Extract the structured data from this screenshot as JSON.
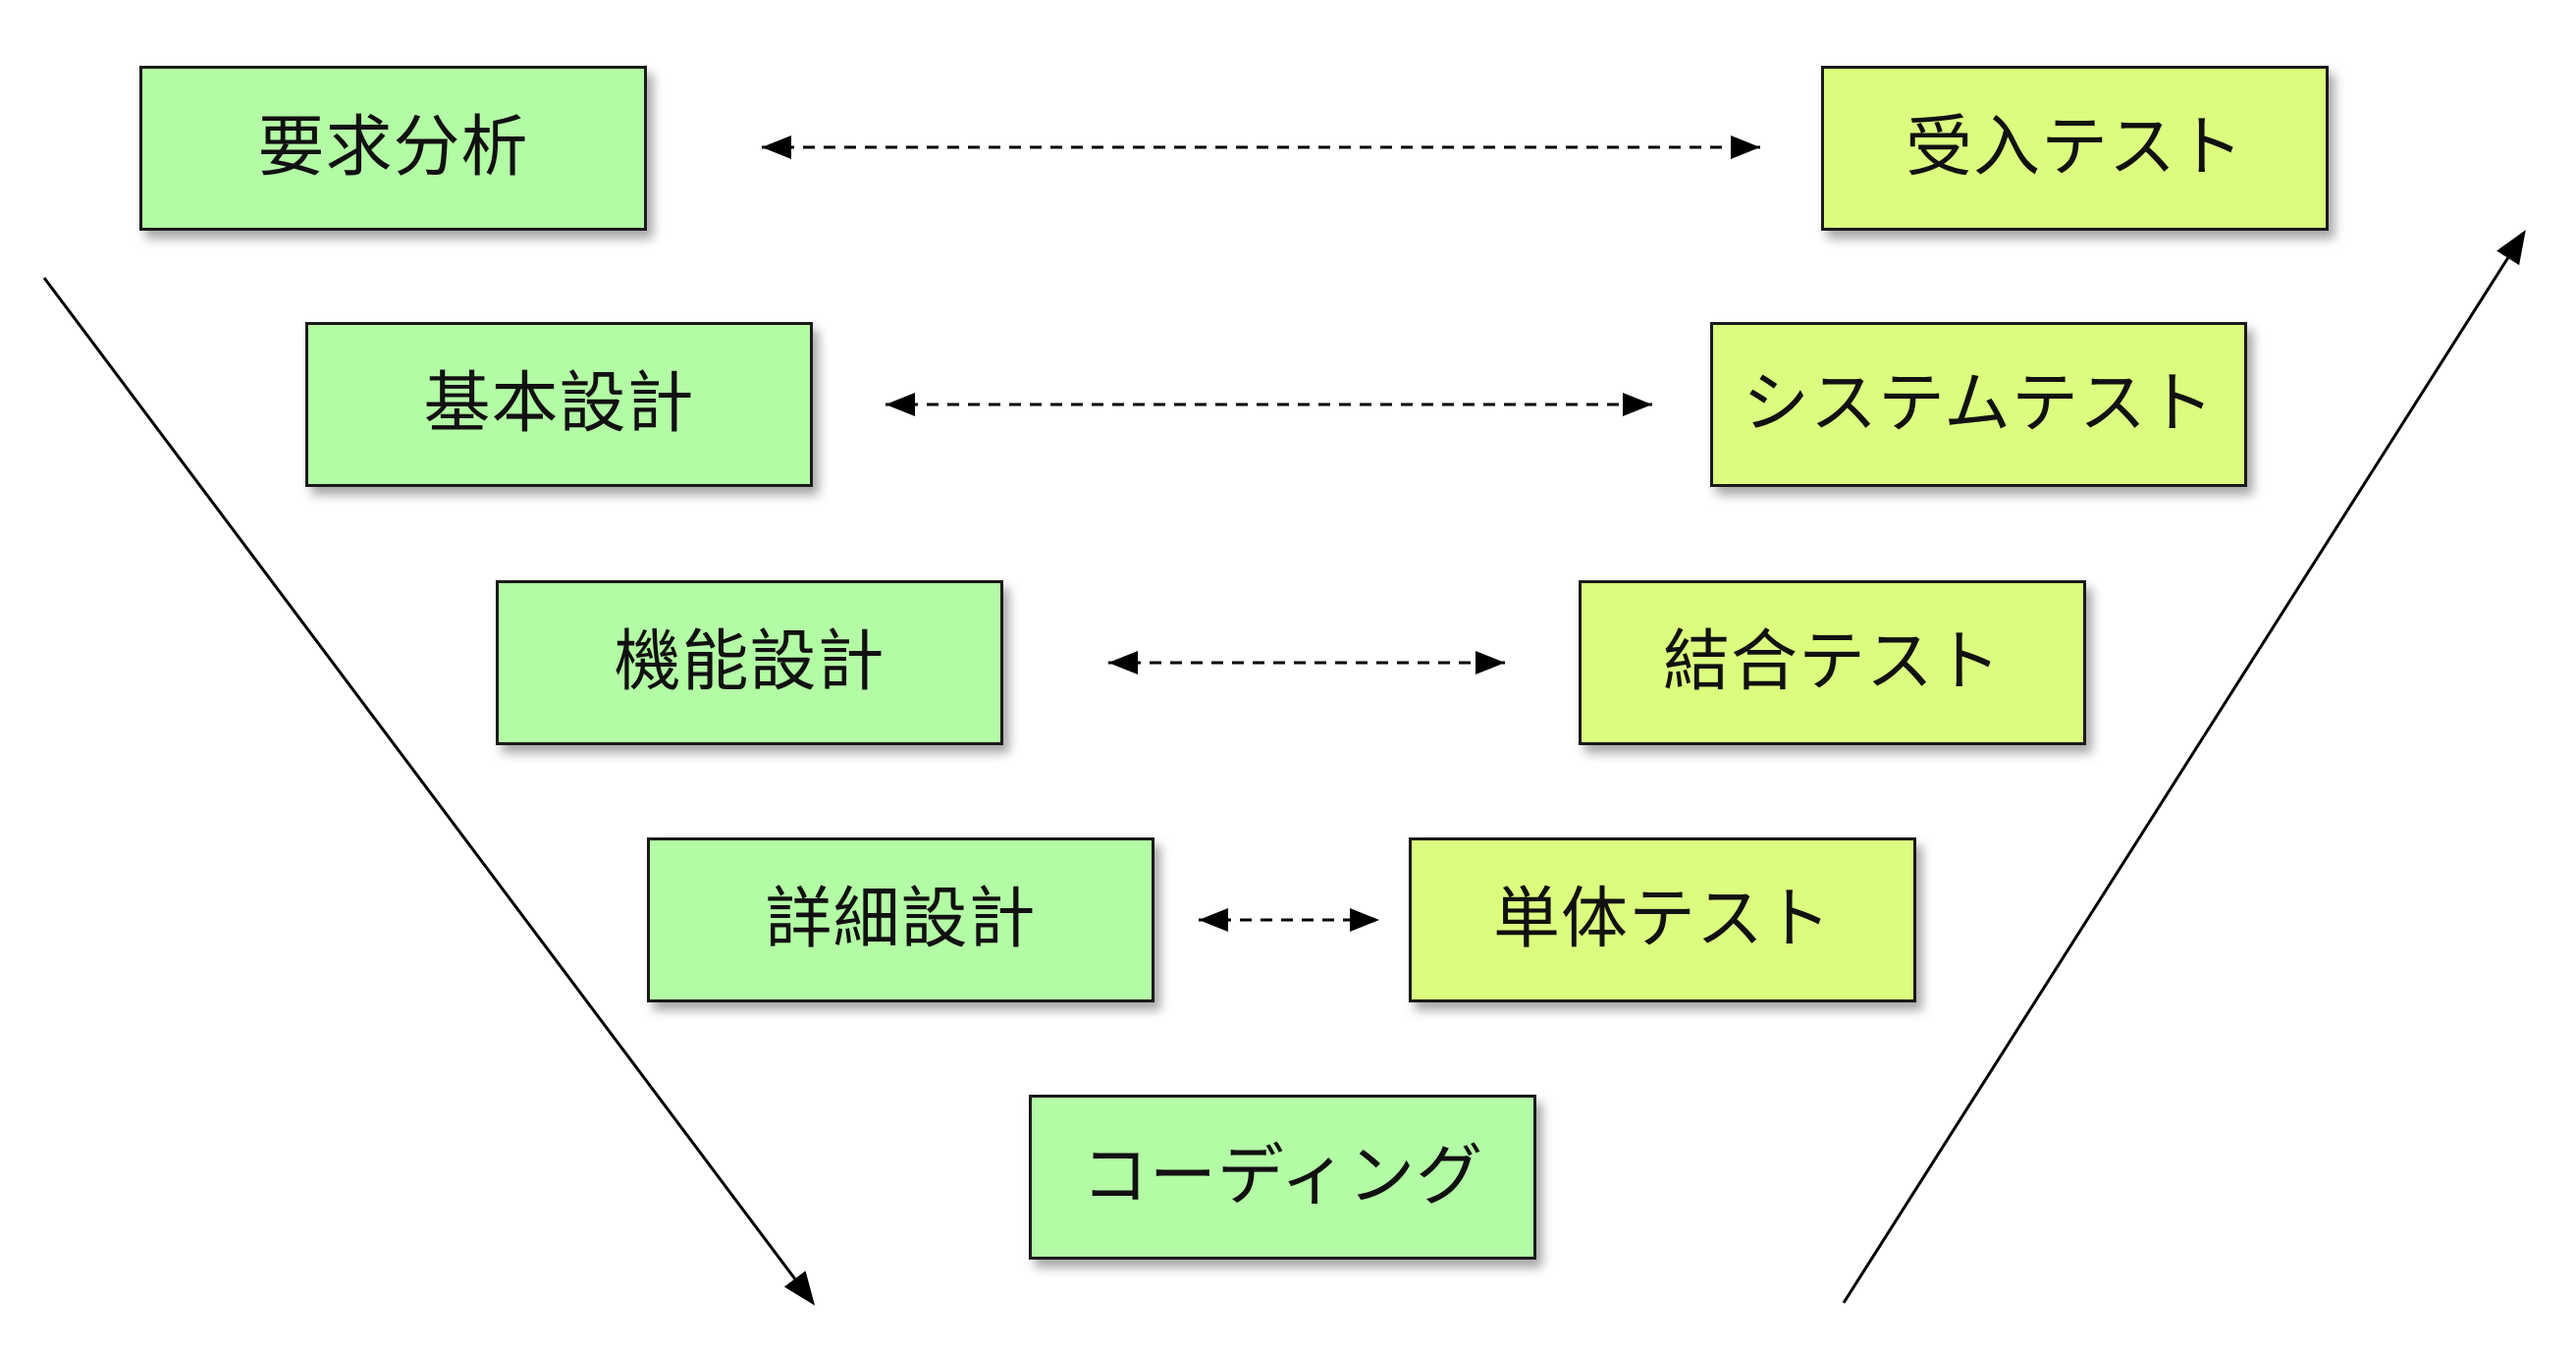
{
  "colors": {
    "development_fill": "#b3fba5",
    "test_fill": "#dbfc7f",
    "stroke": "#1a1a1a"
  },
  "development_phases": [
    {
      "label": "要求分析"
    },
    {
      "label": "基本設計"
    },
    {
      "label": "機能設計"
    },
    {
      "label": "詳細設計"
    },
    {
      "label": "コーディング"
    }
  ],
  "test_phases": [
    {
      "label": "受入テスト"
    },
    {
      "label": "システムテスト"
    },
    {
      "label": "結合テスト"
    },
    {
      "label": "単体テスト"
    }
  ],
  "correspondences": [
    {
      "from": "要求分析",
      "to": "受入テスト"
    },
    {
      "from": "基本設計",
      "to": "システムテスト"
    },
    {
      "from": "機能設計",
      "to": "結合テスト"
    },
    {
      "from": "詳細設計",
      "to": "単体テスト"
    }
  ]
}
